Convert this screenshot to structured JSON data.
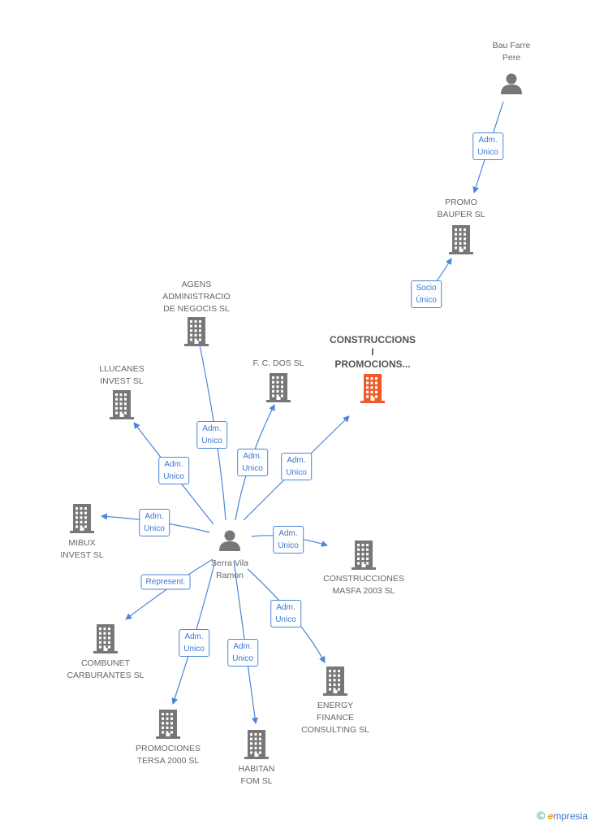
{
  "colors": {
    "edge": "#4a86d8",
    "node_person": "#777777",
    "node_company": "#777777",
    "node_focus": "#f05a28"
  },
  "nodes": [
    {
      "id": "bau",
      "type": "person",
      "label": "Bau Farre\nPere"
    },
    {
      "id": "promo_bauper",
      "type": "company",
      "label": "PROMO\nBAUPER SL"
    },
    {
      "id": "construccions",
      "type": "company_focus",
      "label": "CONSTRUCCIONS\nI\nPROMOCIONS..."
    },
    {
      "id": "agens",
      "type": "company",
      "label": "AGENS\nADMINISTRACIO\nDE NEGOCIS SL"
    },
    {
      "id": "llucanes",
      "type": "company",
      "label": "LLUCANES\nINVEST  SL"
    },
    {
      "id": "fcdos",
      "type": "company",
      "label": "F. C. DOS SL"
    },
    {
      "id": "mibux",
      "type": "company",
      "label": "MIBUX\nINVEST SL"
    },
    {
      "id": "serra",
      "type": "person",
      "label": "Serra Vila\nRamon"
    },
    {
      "id": "masfa",
      "type": "company",
      "label": "CONSTRUCCIONES\nMASFA 2003 SL"
    },
    {
      "id": "combunet",
      "type": "company",
      "label": "COMBUNET\nCARBURANTES SL"
    },
    {
      "id": "energy",
      "type": "company",
      "label": "ENERGY\nFINANCE\nCONSULTING  SL"
    },
    {
      "id": "tersa",
      "type": "company",
      "label": "PROMOCIONES\nTERSA 2000 SL"
    },
    {
      "id": "habitan",
      "type": "company",
      "label": "HABITAN\nFOM SL"
    }
  ],
  "edges": [
    {
      "from": "bau",
      "to": "promo_bauper",
      "label": "Adm.\nUnico"
    },
    {
      "from": "construccions",
      "to": "promo_bauper",
      "label": "Socio\nÚnico"
    },
    {
      "from": "serra",
      "to": "agens",
      "label": "Adm.\nUnico"
    },
    {
      "from": "serra",
      "to": "llucanes",
      "label": "Adm.\nUnico"
    },
    {
      "from": "serra",
      "to": "fcdos",
      "label": "Adm.\nUnico"
    },
    {
      "from": "serra",
      "to": "construccions",
      "label": "Adm.\nUnico"
    },
    {
      "from": "serra",
      "to": "mibux",
      "label": "Adm.\nUnico"
    },
    {
      "from": "serra",
      "to": "masfa",
      "label": "Adm.\nUnico"
    },
    {
      "from": "serra",
      "to": "combunet",
      "label": "Represent."
    },
    {
      "from": "serra",
      "to": "energy",
      "label": "Adm.\nUnico"
    },
    {
      "from": "serra",
      "to": "tersa",
      "label": "Adm.\nUnico"
    },
    {
      "from": "serra",
      "to": "habitan",
      "label": "Adm.\nUnico"
    }
  ],
  "brand": {
    "copyright": "©",
    "initial": "e",
    "name": "mpresia"
  }
}
